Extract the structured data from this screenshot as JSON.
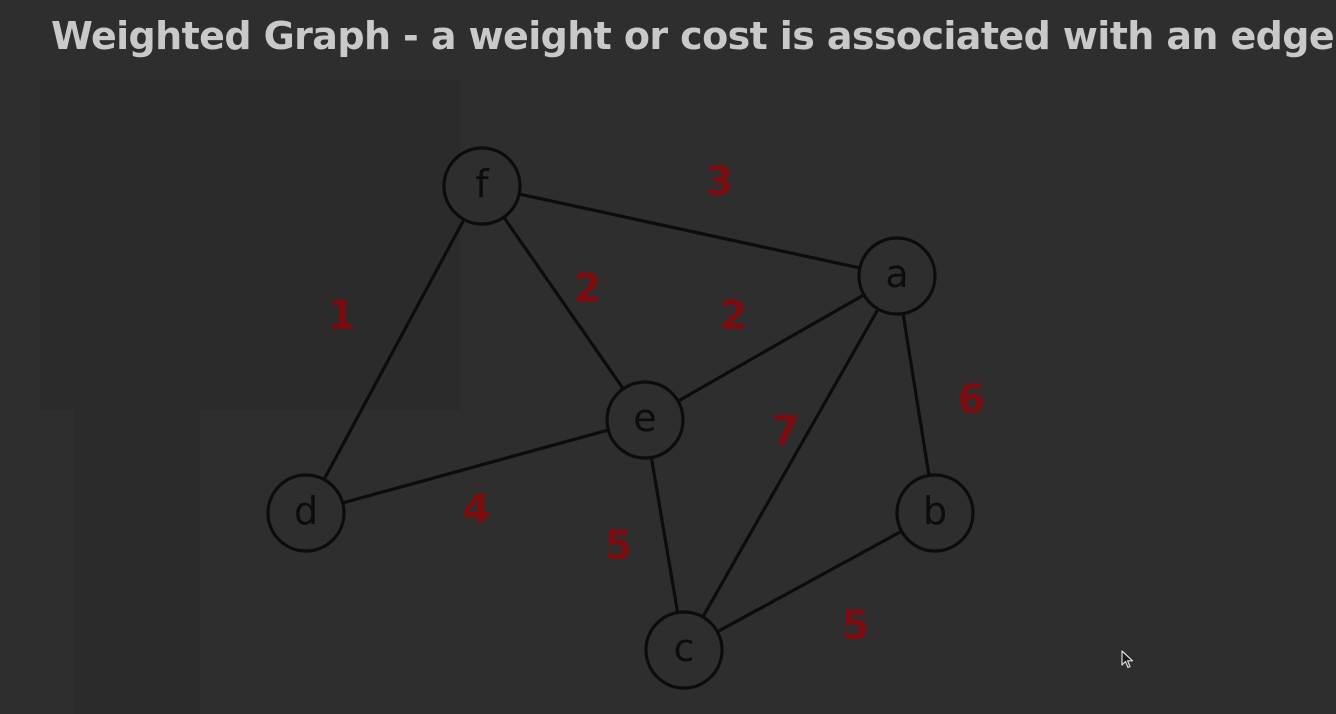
{
  "title": "Weighted Graph - a weight or cost is associated with an edge",
  "colors": {
    "background": "#2e2e2f",
    "title_text": "#c9c9c9",
    "edge_and_node": "#0c0c0c",
    "weight_text": "#7a0c10"
  },
  "graph": {
    "nodes": [
      {
        "id": "f",
        "label": "f"
      },
      {
        "id": "a",
        "label": "a"
      },
      {
        "id": "e",
        "label": "e"
      },
      {
        "id": "d",
        "label": "d"
      },
      {
        "id": "b",
        "label": "b"
      },
      {
        "id": "c",
        "label": "c"
      }
    ],
    "edges": [
      {
        "from": "f",
        "to": "a",
        "weight": "3"
      },
      {
        "from": "f",
        "to": "d",
        "weight": "1"
      },
      {
        "from": "f",
        "to": "e",
        "weight": "2"
      },
      {
        "from": "e",
        "to": "a",
        "weight": "2"
      },
      {
        "from": "a",
        "to": "b",
        "weight": "6"
      },
      {
        "from": "a",
        "to": "c",
        "weight": "7"
      },
      {
        "from": "d",
        "to": "e",
        "weight": "4"
      },
      {
        "from": "e",
        "to": "c",
        "weight": "5"
      },
      {
        "from": "c",
        "to": "b",
        "weight": "5"
      }
    ]
  },
  "cursor_icon": "mouse-pointer-icon"
}
